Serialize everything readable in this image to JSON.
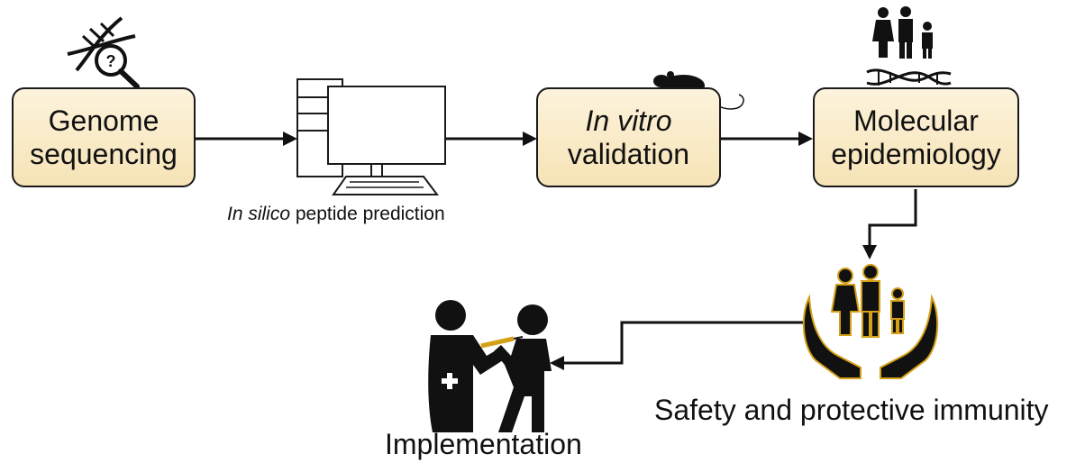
{
  "steps": {
    "genome": {
      "line1": "Genome",
      "line2": "sequencing"
    },
    "insilico": {
      "italic": "In silico",
      "rest": " peptide prediction"
    },
    "invitro": {
      "line1_italic": "In vitro",
      "line2": "validation"
    },
    "molecular": {
      "line1": "Molecular",
      "line2": "epidemiology"
    },
    "safety": {
      "label": "Safety and protective immunity"
    },
    "implementation": {
      "label": "Implementation"
    }
  },
  "icons": [
    "dna-magnifier-icon",
    "computer-icon",
    "mouse-icon",
    "family-dna-icon",
    "family-hands-icon",
    "doctor-vaccination-icon"
  ],
  "colors": {
    "box_fill_top": "#fdf3dc",
    "box_fill_bottom": "#f6e3b6",
    "outline": "#1a1a1a",
    "gold": "#d4a017"
  }
}
